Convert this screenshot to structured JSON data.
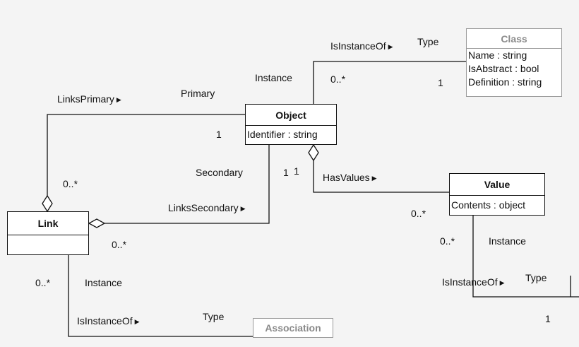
{
  "classes": {
    "class": {
      "name": "Class",
      "attributes": [
        "Name : string",
        "IsAbstract : bool",
        "Definition : string"
      ]
    },
    "object": {
      "name": "Object",
      "attributes": [
        "Identifier : string"
      ]
    },
    "value": {
      "name": "Value",
      "attributes": [
        "Contents : object"
      ]
    },
    "link": {
      "name": "Link",
      "attributes": []
    },
    "association": {
      "name": "Association"
    }
  },
  "associations": {
    "object_class": {
      "name": "IsInstanceOf",
      "role_source": "Instance",
      "role_target": "Type",
      "mult_source": "0..*",
      "mult_target": "1"
    },
    "link_primary": {
      "name": "LinksPrimary",
      "role_target": "Primary",
      "mult_source": "0..*",
      "mult_target": "1"
    },
    "link_secondary": {
      "name": "LinksSecondary",
      "role_target": "Secondary",
      "mult_source": "0..*",
      "mult_target": "1"
    },
    "has_values": {
      "name": "HasValues",
      "mult_source": "1",
      "mult_target": "0..*"
    },
    "value_type": {
      "name": "IsInstanceOf",
      "role_source": "Instance",
      "role_target": "Type",
      "mult_source": "0..*",
      "mult_target": "1"
    },
    "link_association": {
      "name": "IsInstanceOf",
      "role_source": "Instance",
      "role_target": "Type",
      "mult_source": "0..*"
    }
  },
  "colors": {
    "line": "#111111",
    "faded": "#8a8a8a",
    "background": "#f4f4f4"
  },
  "icons": {
    "direction": "right-triangle-icon",
    "aggregation": "hollow-diamond-icon"
  }
}
